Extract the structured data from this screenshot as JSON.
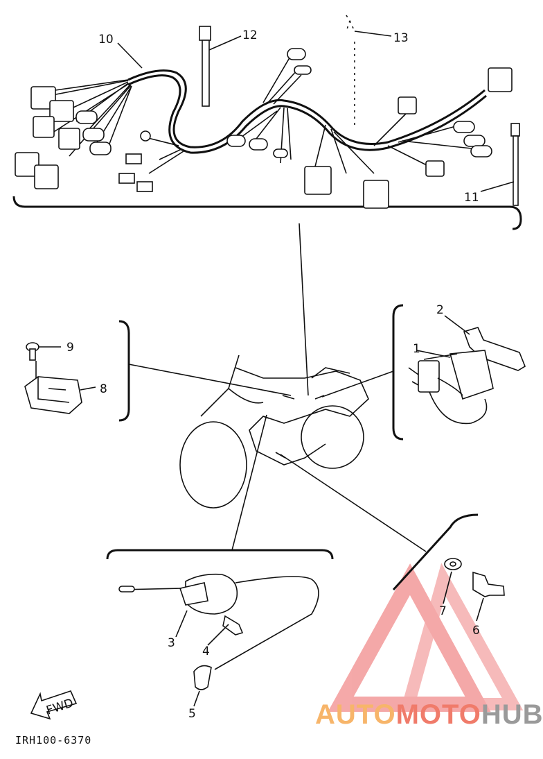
{
  "part_labels": [
    "1",
    "2",
    "3",
    "4",
    "5",
    "6",
    "7",
    "8",
    "9",
    "10",
    "11",
    "12",
    "13"
  ],
  "drawing_code": "IRH100-6370",
  "fwd_label": "FWD",
  "watermark": {
    "part1": "AUTO",
    "part2": "MOTO",
    "part3": "HUB",
    "color_light": "#f7b56a",
    "color_mid": "#f07b6a",
    "color_dark": "#9a9a9a"
  }
}
